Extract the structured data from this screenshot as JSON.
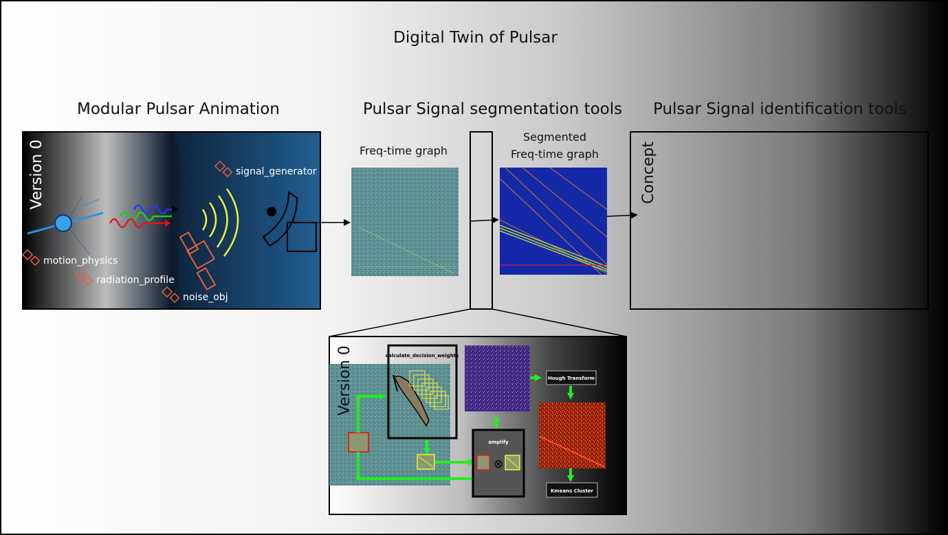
{
  "title": "Digital Twin of Pulsar",
  "columns": {
    "animation": "Modular Pulsar Animation",
    "segmentation": "Pulsar Signal segmentation tools",
    "identification": "Pulsar Signal identification tools"
  },
  "animation_panel": {
    "version": "Version 0",
    "modules": {
      "signal_generator": "signal_generator",
      "motion_physics": "motion_physics",
      "radiation_profile": "radiation_profile",
      "noise_obj": "noise_obj"
    }
  },
  "freq_time": {
    "label": "Freq-time graph"
  },
  "segmented": {
    "line1": "Segmented",
    "line2": "Freq-time graph"
  },
  "concept": {
    "label": "Concept"
  },
  "detail": {
    "version": "Version 0",
    "calculate_decision_weights": "calculate_decision_weights",
    "amplify": "amplify",
    "hough": "Hough Transform",
    "kmeans": "Kmeans Cluster",
    "otimes": "⊗"
  },
  "colors": {
    "signal_green": "#22ee22",
    "module_orange": "#e8603a",
    "highlight_red": "#e02020",
    "highlight_yellow": "#f2f23a",
    "segment_blue": "#1428a8",
    "noise_teal": "#5c8f95"
  }
}
